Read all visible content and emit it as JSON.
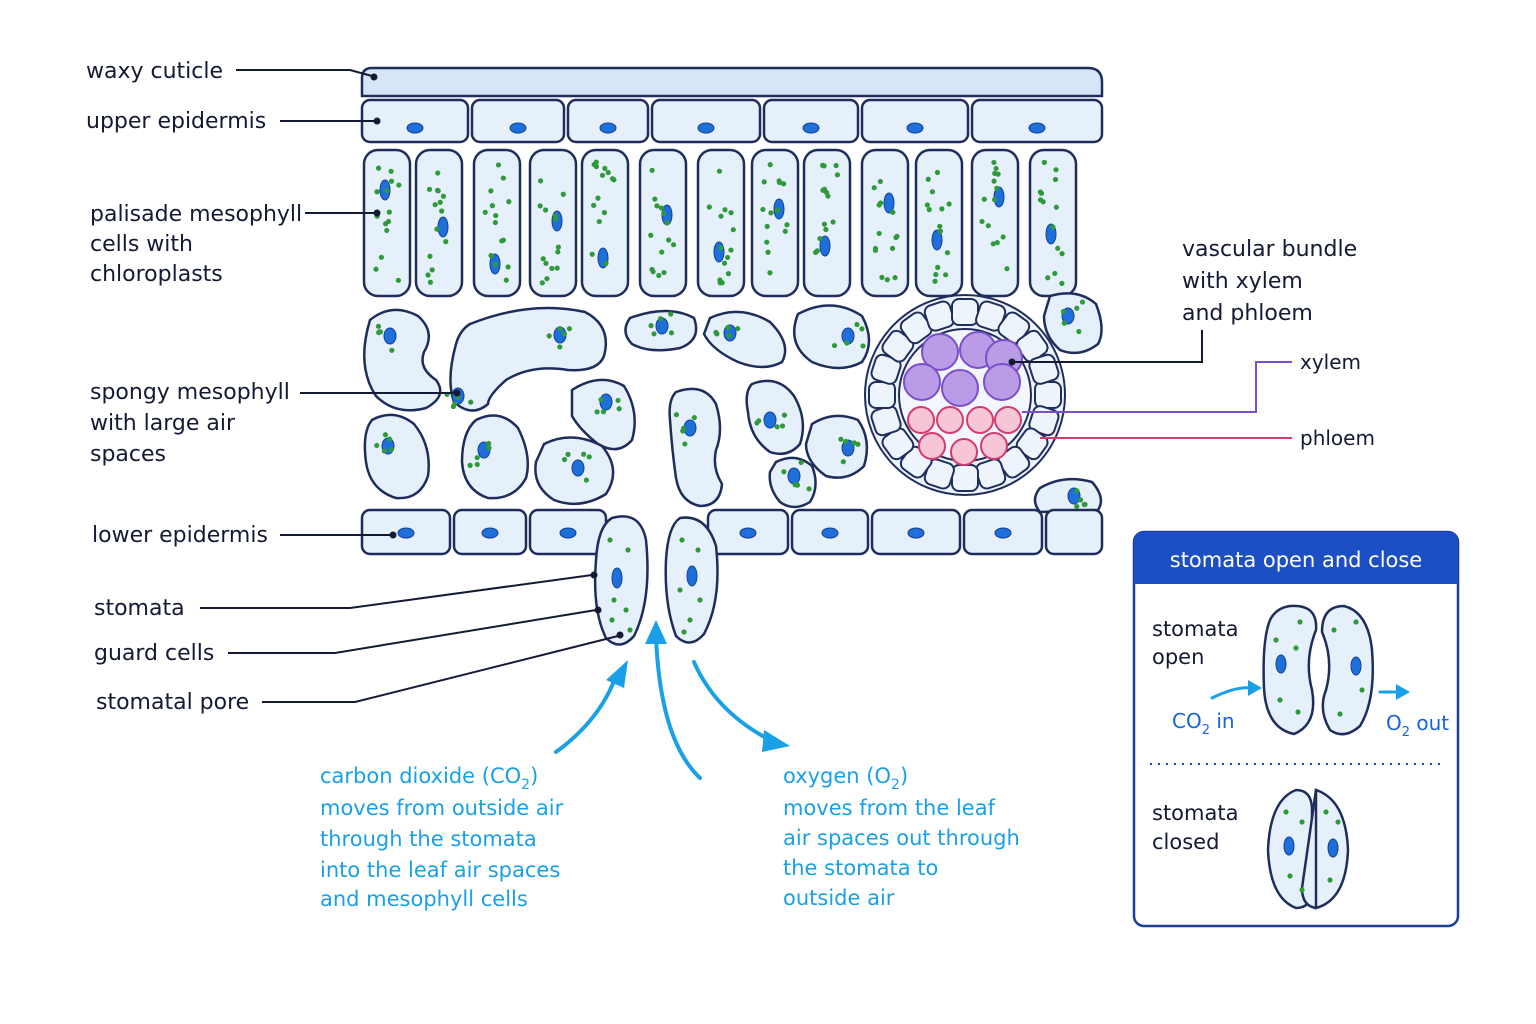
{
  "labels": {
    "waxy_cuticle": "waxy cuticle",
    "upper_epidermis": "upper epidermis",
    "palisade": [
      "palisade mesophyll",
      "cells with",
      "chloroplasts"
    ],
    "spongy": [
      "spongy mesophyll",
      "with large air",
      "spaces"
    ],
    "lower_epidermis": "lower epidermis",
    "stomata": "stomata",
    "guard_cells": "guard cells",
    "stomatal_pore": "stomatal pore",
    "vascular_bundle": [
      "vascular bundle",
      "with xylem",
      "and phloem"
    ],
    "xylem": "xylem",
    "phloem": "phloem"
  },
  "gas_notes": {
    "co2_lines": [
      "carbon dioxide (CO",
      ")",
      "moves from outside air",
      "through the stomata",
      "into the leaf air spaces",
      "and mesophyll cells"
    ],
    "o2_lines": [
      "oxygen (O",
      ")",
      "moves from the leaf",
      "air spaces out through",
      "the stomata to",
      "outside air"
    ],
    "subscript_2": "2"
  },
  "inset": {
    "title": "stomata open and close",
    "open_label": [
      "stomata",
      "open"
    ],
    "closed_label": [
      "stomata",
      "closed"
    ],
    "co2_in": [
      "CO",
      "2",
      " in"
    ],
    "o2_out": [
      "O",
      "2",
      " out"
    ]
  },
  "colors": {
    "cell_fill": "#e6f0fb",
    "outline": "#1f2d5c",
    "nucleus": "#1e6fd9",
    "chloroplast": "#2e9a3a",
    "xylem": "#b99be6",
    "phloem": "#f7c6d6",
    "gas_arrow": "#1aa0e6",
    "inset_header": "#1d4fc4"
  }
}
